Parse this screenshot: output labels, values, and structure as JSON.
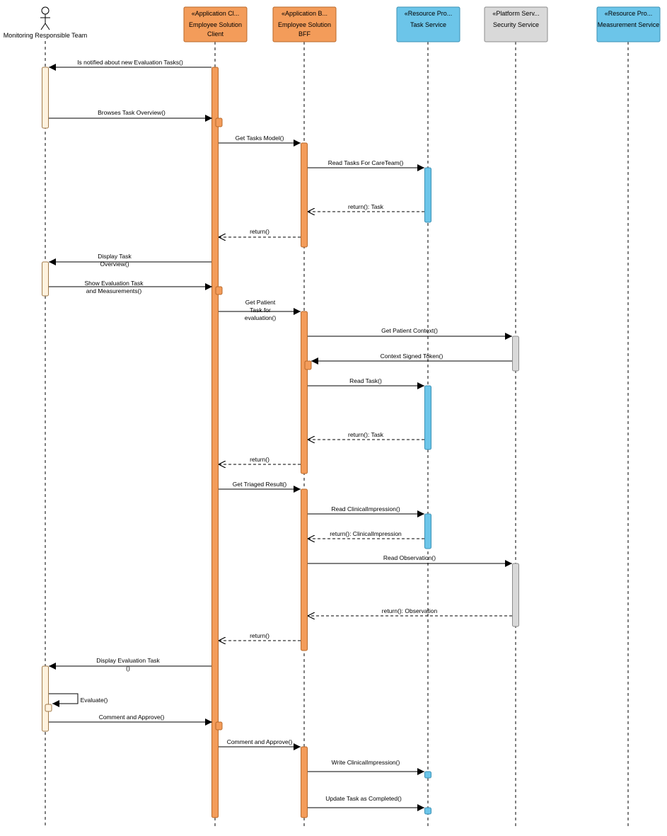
{
  "colors": {
    "app_box": "#F39C5A",
    "app_box_border": "#B9692A",
    "activation_app": "#F39C5A",
    "resource_box": "#6CC5E9",
    "resource_border": "#3B91B5",
    "platform_box": "#D9D9D9",
    "platform_border": "#8C8C8C",
    "actor_activation": "#FFF2DE",
    "actor_activation_border": "#A07A4A"
  },
  "actor": {
    "name": "Monitoring Responsible Team",
    "icon": "stick-figure-icon"
  },
  "lifelines": [
    {
      "id": "client",
      "stereotype": "«Application Cl...",
      "line1": "Employee Solution",
      "line2": "Client",
      "kind": "app"
    },
    {
      "id": "bff",
      "stereotype": "«Application B...",
      "line1": "Employee Solution",
      "line2": "BFF",
      "kind": "app"
    },
    {
      "id": "task",
      "stereotype": "«Resource Pro...",
      "line1": "Task Service",
      "line2": "",
      "kind": "resource"
    },
    {
      "id": "security",
      "stereotype": "«Platform Serv...",
      "line1": "Security Service",
      "line2": "",
      "kind": "platform"
    },
    {
      "id": "measurement",
      "stereotype": "«Resource Pro...",
      "line1": "Measurement Service",
      "line2": "",
      "kind": "resource"
    }
  ],
  "messages": [
    {
      "label": [
        "Is notified about new Evaluation Tasks()"
      ],
      "from": "client",
      "to": "actor",
      "type": "sync"
    },
    {
      "label": [
        "Browses Task Overview()"
      ],
      "from": "actor",
      "to": "client",
      "type": "sync"
    },
    {
      "label": [
        "Get Tasks Model()"
      ],
      "from": "client",
      "to": "bff",
      "type": "sync"
    },
    {
      "label": [
        "Read Tasks For CareTeam()"
      ],
      "from": "bff",
      "to": "task",
      "type": "sync"
    },
    {
      "label": [
        "return(): Task"
      ],
      "from": "task",
      "to": "bff",
      "type": "return"
    },
    {
      "label": [
        "return()"
      ],
      "from": "bff",
      "to": "client",
      "type": "return"
    },
    {
      "label": [
        "Display Task",
        "Overview()"
      ],
      "from": "client",
      "to": "actor",
      "type": "sync"
    },
    {
      "label": [
        "Show Evaluation Task",
        "and Measurements()"
      ],
      "from": "actor",
      "to": "client",
      "type": "sync"
    },
    {
      "label": [
        "Get Patient",
        "Task for",
        "evaluation()"
      ],
      "from": "client",
      "to": "bff",
      "type": "sync"
    },
    {
      "label": [
        "Get Patient Context()"
      ],
      "from": "bff",
      "to": "security",
      "type": "sync"
    },
    {
      "label": [
        "Context Signed Token()"
      ],
      "from": "security",
      "to": "bff",
      "type": "sync"
    },
    {
      "label": [
        "Read Task()"
      ],
      "from": "bff",
      "to": "task",
      "type": "sync"
    },
    {
      "label": [
        "return(): Task"
      ],
      "from": "task",
      "to": "bff",
      "type": "return"
    },
    {
      "label": [
        "return()"
      ],
      "from": "bff",
      "to": "client",
      "type": "return"
    },
    {
      "label": [
        "Get Triaged Result()"
      ],
      "from": "client",
      "to": "bff",
      "type": "sync"
    },
    {
      "label": [
        "Read ClinicalImpression()"
      ],
      "from": "bff",
      "to": "task",
      "type": "sync"
    },
    {
      "label": [
        "return(): ClinicalImpression"
      ],
      "from": "task",
      "to": "bff",
      "type": "return"
    },
    {
      "label": [
        "Read Observation()"
      ],
      "from": "bff",
      "to": "security",
      "type": "sync"
    },
    {
      "label": [
        "return(): Observation"
      ],
      "from": "security",
      "to": "bff",
      "type": "return"
    },
    {
      "label": [
        "return()"
      ],
      "from": "bff",
      "to": "client",
      "type": "return"
    },
    {
      "label": [
        "Display Evaluation Task",
        "()"
      ],
      "from": "client",
      "to": "actor",
      "type": "sync"
    },
    {
      "label": [
        "Evaluate()"
      ],
      "from": "actor",
      "to": "actor",
      "type": "self"
    },
    {
      "label": [
        "Comment and Approve()"
      ],
      "from": "actor",
      "to": "client",
      "type": "sync"
    },
    {
      "label": [
        "Comment and Approve()"
      ],
      "from": "client",
      "to": "bff",
      "type": "sync"
    },
    {
      "label": [
        "Write ClinicalImpression()"
      ],
      "from": "bff",
      "to": "task",
      "type": "sync"
    },
    {
      "label": [
        "Update Task as Completed()"
      ],
      "from": "bff",
      "to": "task",
      "type": "sync"
    }
  ]
}
